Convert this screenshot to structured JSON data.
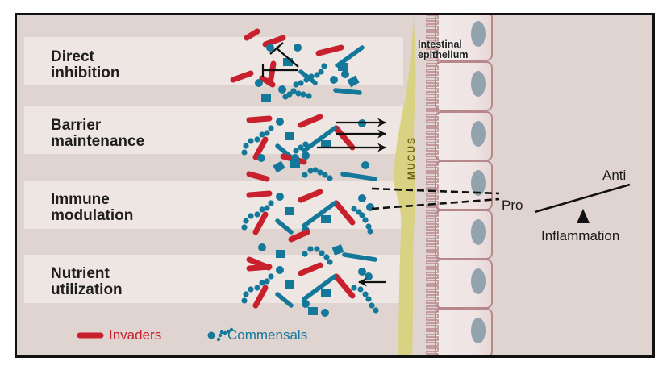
{
  "categories": [
    {
      "id": "direct-inhibition",
      "label": "Direct\ninhibition"
    },
    {
      "id": "barrier-maintenance",
      "label": "Barrier\nmaintenance"
    },
    {
      "id": "immune-modulation",
      "label": "Immune\nmodulation"
    },
    {
      "id": "nutrient-utilization",
      "label": "Nutrient\nutilization"
    }
  ],
  "epithelium_label": "Intestinal\nepithelium",
  "mucus_label": "MUCUS",
  "balance": {
    "left_label": "Pro",
    "right_label": "Anti",
    "fulcrum_label": "Inflammation"
  },
  "legend": {
    "invaders": "Invaders",
    "commensals": "Commensals"
  },
  "colors": {
    "invader": "#c8202c",
    "commensal": "#13789a",
    "mucus": "#d9d282",
    "background": "#e0d4d0",
    "band_light": "#ede6e3",
    "epithelial_cell": "#efe4e4",
    "cell_border": "#b8878c",
    "nucleus": "#93a3ad"
  }
}
